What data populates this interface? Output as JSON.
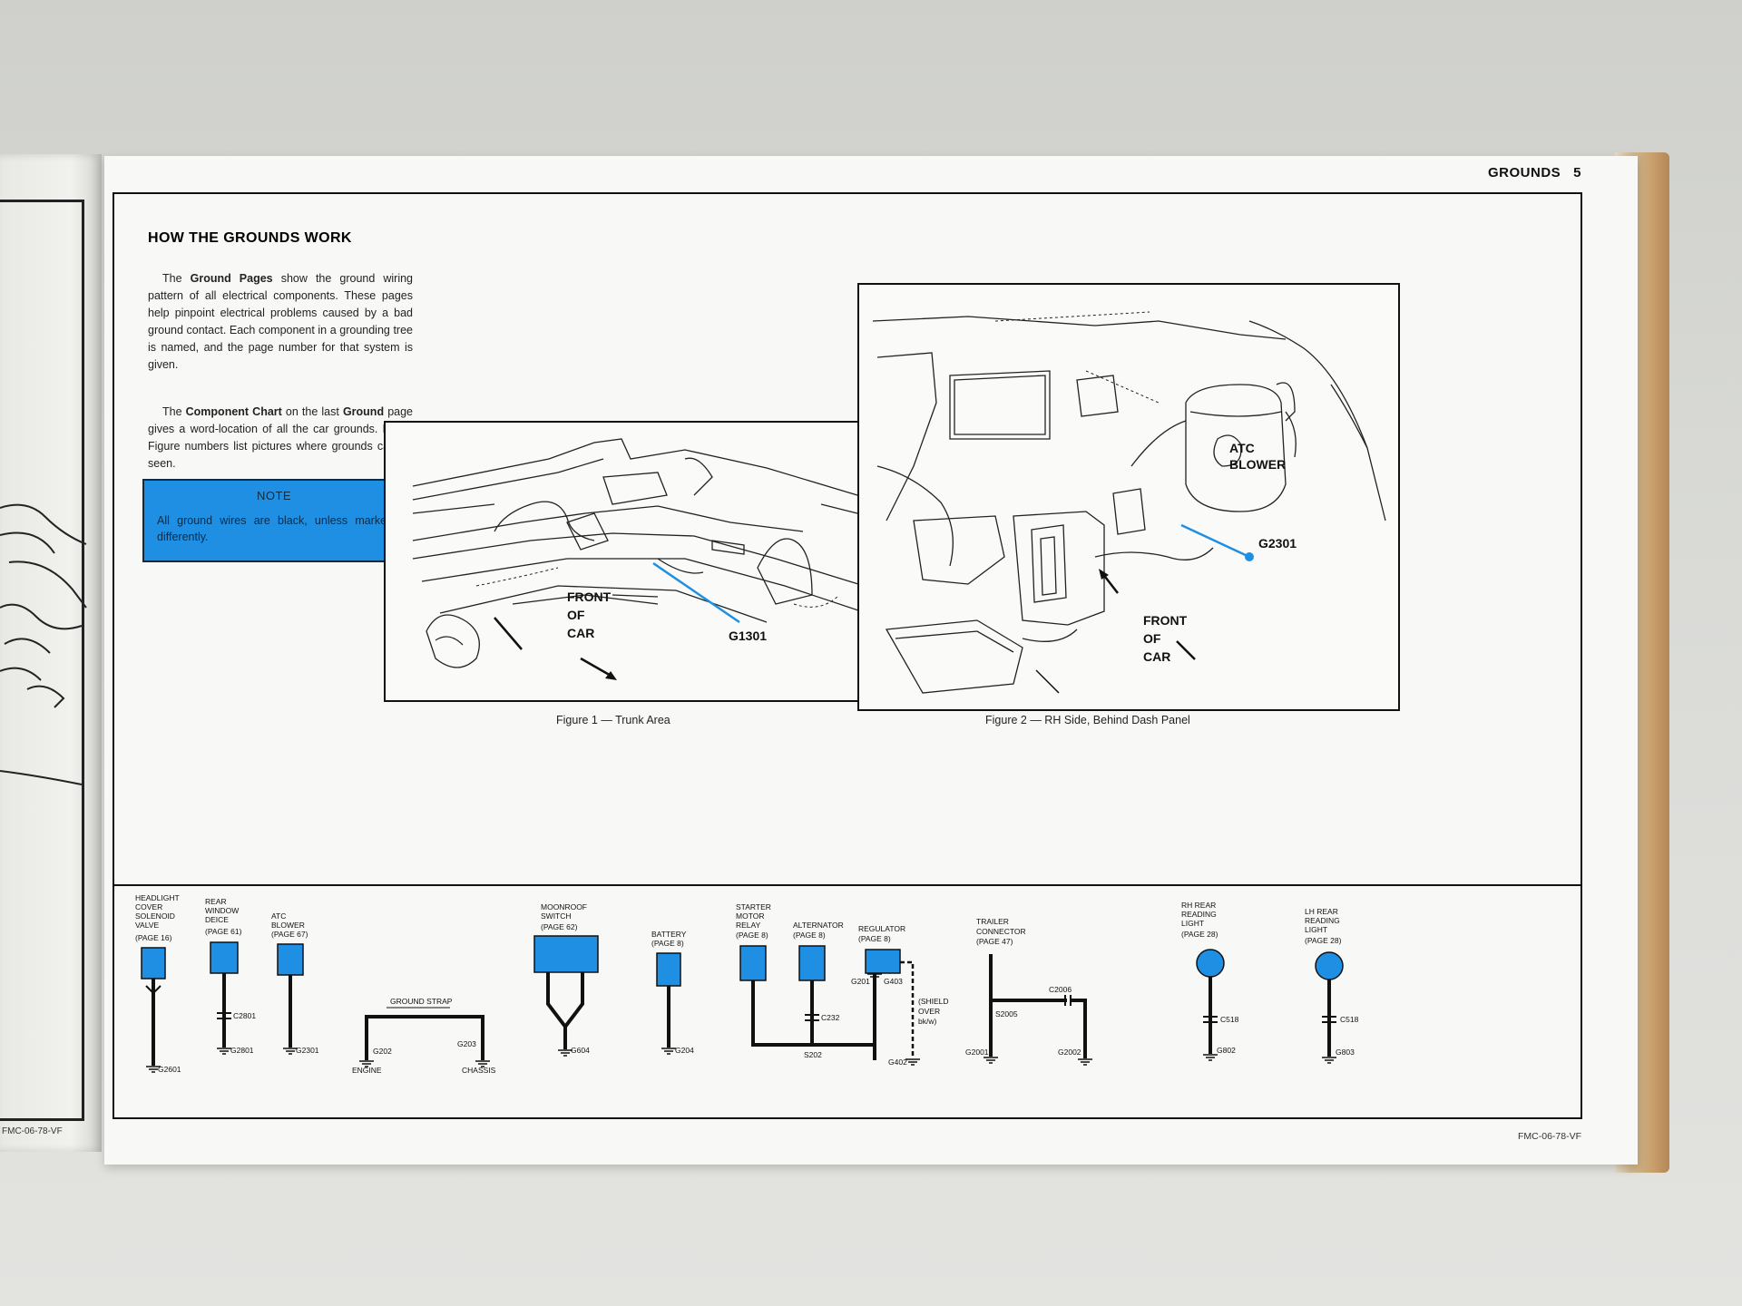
{
  "left_page_code": "FMC-06-78-VF",
  "header": {
    "section": "GROUNDS",
    "page_number": "5"
  },
  "heading": "HOW THE GROUNDS WORK",
  "paragraph1": {
    "pre": "The ",
    "bold": "Ground Pages",
    "post": " show the ground wiring pattern of all electrical components. These pages help pinpoint electrical problems caused by a bad ground contact. Each component in a grounding tree is named, and the page number for that system is given."
  },
  "paragraph2": {
    "pre": "The ",
    "bold1": "Component Chart",
    "mid": " on the last ",
    "bold2": "Ground",
    "post": " page gives a word-location of all the car grounds. Page-Figure numbers list pictures where grounds can be seen."
  },
  "note": {
    "title": "NOTE",
    "body": "All ground wires are black, unless marked differently."
  },
  "figure1": {
    "caption": "Figure 1 — Trunk Area",
    "front_label": [
      "FRONT",
      "OF",
      "CAR"
    ],
    "ground_label": "G1301"
  },
  "figure2": {
    "caption": "Figure 2 — RH Side, Behind Dash Panel",
    "blower_label": [
      "ATC",
      "BLOWER"
    ],
    "ground_label": "G2301",
    "front_label": [
      "FRONT",
      "OF",
      "CAR"
    ]
  },
  "components": {
    "headlight": {
      "lines": [
        "HEADLIGHT",
        "COVER",
        "SOLENOID",
        "VALVE"
      ],
      "page": "(PAGE 16)",
      "ground": "G2601"
    },
    "rear_window": {
      "lines": [
        "REAR",
        "WINDOW",
        "DEICE"
      ],
      "page": "(PAGE 61)",
      "connector": "C2801",
      "ground": "G2801"
    },
    "atc_blower": {
      "lines": [
        "ATC",
        "BLOWER"
      ],
      "page": "(PAGE 67)",
      "ground": "G2301"
    },
    "ground_strap": {
      "title": "GROUND STRAP",
      "left_ground": "G202",
      "right_ground": "G203",
      "left_label": "ENGINE",
      "right_label": "CHASSIS"
    },
    "moonroof": {
      "lines": [
        "MOONROOF",
        "SWITCH"
      ],
      "page": "(PAGE 62)",
      "ground": "G604"
    },
    "battery": {
      "lines": [
        "BATTERY"
      ],
      "page": "(PAGE 8)",
      "ground": "G204"
    },
    "starter": {
      "lines": [
        "STARTER",
        "MOTOR",
        "RELAY"
      ],
      "page": "(PAGE 8)"
    },
    "alternator": {
      "lines": [
        "ALTERNATOR"
      ],
      "page": "(PAGE 8)",
      "connector": "C232",
      "splice": "S202"
    },
    "regulator": {
      "lines": [
        "REGULATOR"
      ],
      "page": "(PAGE 8)",
      "left_ground": "G201",
      "right_ground": "G403",
      "bottom_ground": "G402",
      "shield": [
        "(SHIELD",
        "OVER",
        "bk/w)"
      ]
    },
    "trailer": {
      "lines": [
        "TRAILER",
        "CONNECTOR"
      ],
      "page": "(PAGE 47)",
      "connector": "C2006",
      "splice": "S2005",
      "left_ground": "G2001",
      "right_ground": "G2002"
    },
    "rh_rear": {
      "lines": [
        "RH REAR",
        "READING",
        "LIGHT"
      ],
      "page": "(PAGE 28)",
      "connector": "C518",
      "ground": "G802"
    },
    "lh_rear": {
      "lines": [
        "LH REAR",
        "READING",
        "LIGHT"
      ],
      "page": "(PAGE 28)",
      "connector": "C518",
      "ground": "G803"
    }
  },
  "footer_code": "FMC-06-78-VF",
  "colors": {
    "accent_blue": "#1e8fe3",
    "ink": "#111111",
    "paper": "#f8f8f6"
  }
}
